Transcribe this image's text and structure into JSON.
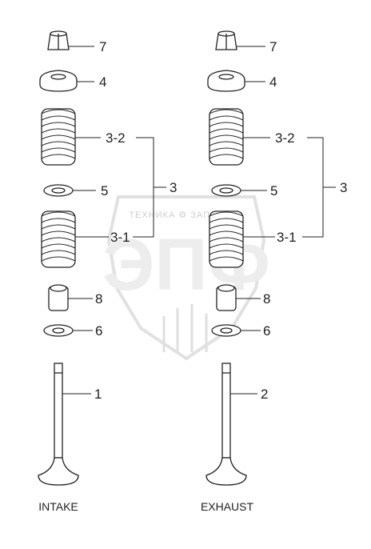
{
  "watermark": {
    "brand_text": "ТЕХНИКА ⚙ ЗАПЧАСТИ",
    "logo_text": "ЭПФ"
  },
  "intake": {
    "caption": "INTAKE",
    "labels": {
      "retainer": "7",
      "spring_seat_upper": "4",
      "spring_outer": "3-2",
      "washer": "5",
      "spring_inner": "3-1",
      "stem_seal": "8",
      "spring_seat_lower": "6",
      "valve": "1",
      "spring_assembly": "3"
    }
  },
  "exhaust": {
    "caption": "EXHAUST",
    "labels": {
      "retainer": "7",
      "spring_seat_upper": "4",
      "spring_outer": "3-2",
      "washer": "5",
      "spring_inner": "3-1",
      "stem_seal": "8",
      "spring_seat_lower": "6",
      "valve": "2",
      "spring_assembly": "3"
    }
  },
  "colors": {
    "line": "#222222",
    "watermark": "#d8d8d8"
  }
}
